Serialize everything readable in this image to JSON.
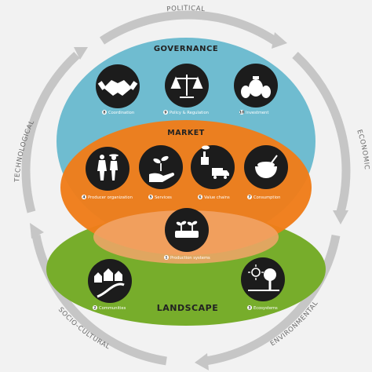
{
  "outer_ring": {
    "top": "POLITICAL",
    "right": "ECONOMIC",
    "bottom_right": "ENVIRONMENTAL",
    "bottom_left": "SOCIO-CULTURAL",
    "left": "TECHNOLOGICAL"
  },
  "governance": {
    "title": "GOVERNANCE",
    "color": "#6fbcd0",
    "items": [
      {
        "num": "8",
        "label": "Coordination",
        "icon": "handshake-icon"
      },
      {
        "num": "9",
        "label": "Policy & Regulation",
        "icon": "scales-icon"
      },
      {
        "num": "10",
        "label": "Investment",
        "icon": "money-bags-icon"
      }
    ]
  },
  "market": {
    "title": "MARKET",
    "color": "#ef7d1a",
    "items": [
      {
        "num": "4",
        "label": "Producer organization",
        "icon": "farmers-icon"
      },
      {
        "num": "5",
        "label": "Services",
        "icon": "hand-seedling-icon"
      },
      {
        "num": "6",
        "label": "Value chains",
        "icon": "factory-truck-icon"
      },
      {
        "num": "7",
        "label": "Consumption",
        "icon": "food-bowl-icon"
      }
    ]
  },
  "production": {
    "num": "1",
    "label": "Production systems",
    "icon": "crop-plot-icon"
  },
  "landscape": {
    "title": "LANDSCAPE",
    "color": "#77ad2b",
    "items": [
      {
        "num": "2",
        "label": "Communities",
        "icon": "village-icon"
      },
      {
        "num": "3",
        "label": "Ecosystems",
        "icon": "sun-tree-icon"
      }
    ]
  }
}
